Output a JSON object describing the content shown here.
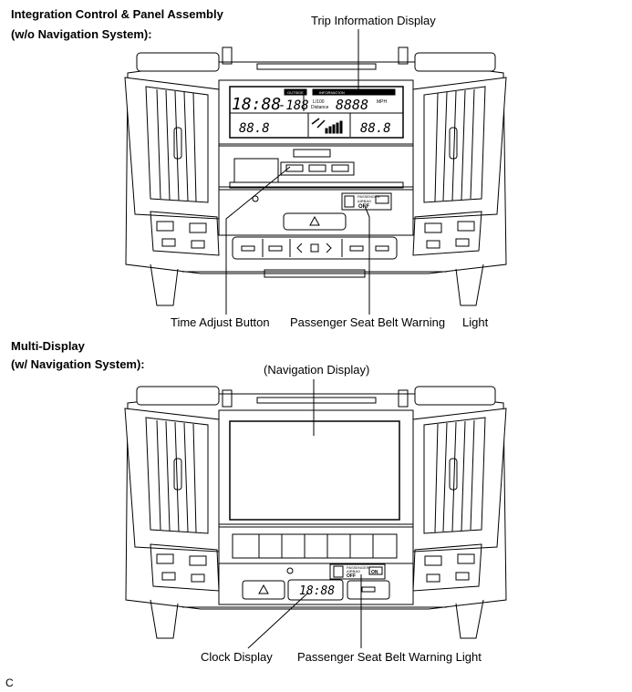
{
  "section1": {
    "title_line1": "Integration Control & Panel Assembly",
    "title_line2": "(w/o Navigation System):"
  },
  "section2": {
    "title_line1": "Multi-Display",
    "title_line2": "(w/ Navigation System):"
  },
  "callouts": {
    "trip_info": "Trip Information Display",
    "time_adjust": "Time Adjust Button",
    "seat_belt_1_part_a": "Passenger Seat Belt Warning",
    "seat_belt_1_part_b": "Light",
    "nav_display": "(Navigation Display)",
    "clock_display": "Clock Display",
    "seat_belt_2": "Passenger Seat Belt Warning Light"
  },
  "lcd": {
    "time": "18:88",
    "outside_label": "OUTSIDE",
    "outside_temp": "-188",
    "info_label": "INFORMATION",
    "info_units_left": "L/100",
    "info_units_left2": "Distance",
    "info_value": "8888",
    "info_units_right": "MPH",
    "seg_left": "88.8",
    "seg_right": "88.8"
  },
  "airbag_panel": {
    "top": "PASSENGER",
    "mid": "AIRBAG",
    "state": "OFF",
    "state2": "ON"
  },
  "clock": {
    "value": "18:88"
  },
  "figure_code": "C"
}
